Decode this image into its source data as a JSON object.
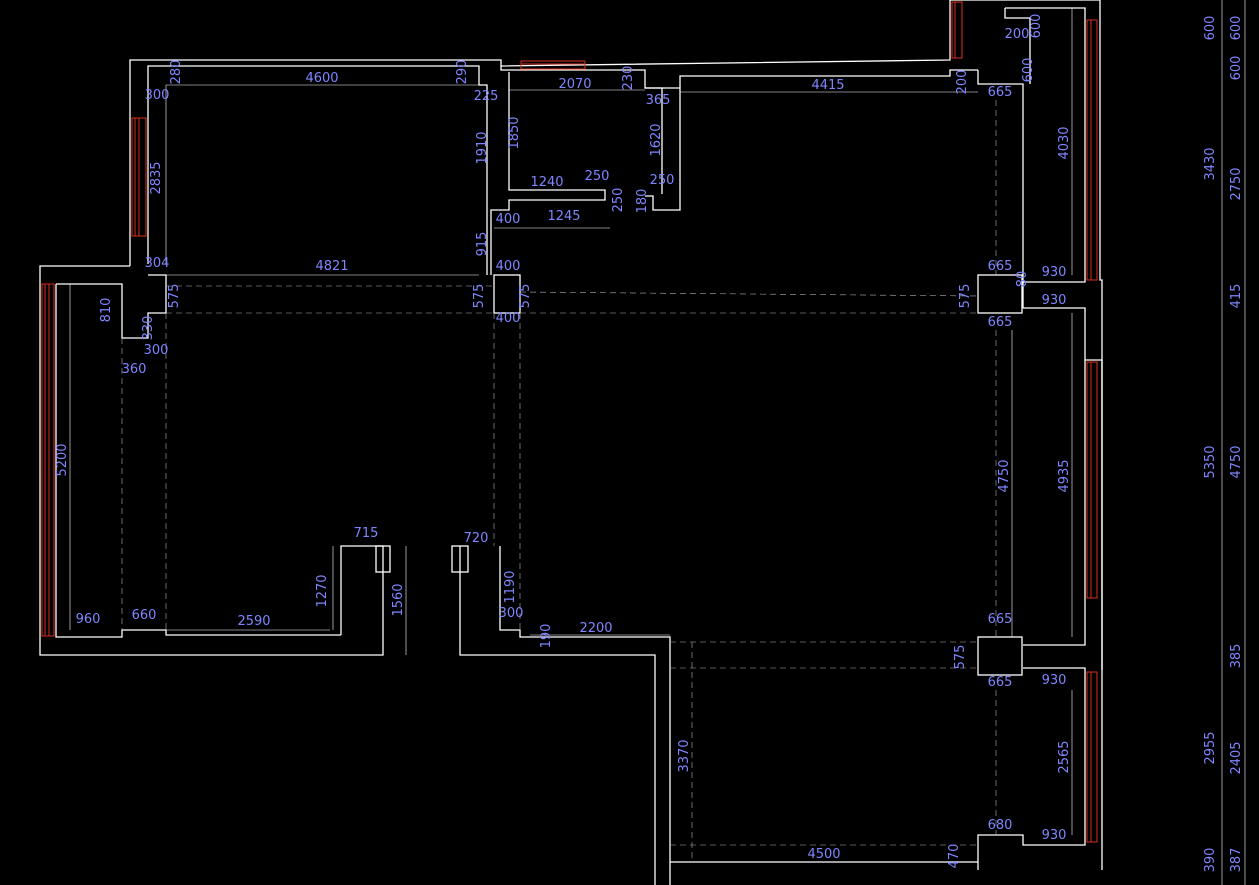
{
  "drawing": {
    "dimensions": [
      {
        "id": "d1",
        "label": "280"
      },
      {
        "id": "d2",
        "label": "4600"
      },
      {
        "id": "d3",
        "label": "290"
      },
      {
        "id": "d4",
        "label": "300"
      },
      {
        "id": "d5",
        "label": "225"
      },
      {
        "id": "d6",
        "label": "2835"
      },
      {
        "id": "d7",
        "label": "1910"
      },
      {
        "id": "d8",
        "label": "2070"
      },
      {
        "id": "d9",
        "label": "230"
      },
      {
        "id": "d10",
        "label": "365"
      },
      {
        "id": "d11",
        "label": "4415"
      },
      {
        "id": "d12",
        "label": "200"
      },
      {
        "id": "d13",
        "label": "665"
      },
      {
        "id": "d14",
        "label": "1850"
      },
      {
        "id": "d15",
        "label": "1620"
      },
      {
        "id": "d16",
        "label": "1240"
      },
      {
        "id": "d17",
        "label": "250"
      },
      {
        "id": "d18",
        "label": "250"
      },
      {
        "id": "d19",
        "label": "250"
      },
      {
        "id": "d20",
        "label": "180"
      },
      {
        "id": "d21",
        "label": "400"
      },
      {
        "id": "d22",
        "label": "1245"
      },
      {
        "id": "d23",
        "label": "915"
      },
      {
        "id": "d24",
        "label": "304"
      },
      {
        "id": "d25",
        "label": "4821"
      },
      {
        "id": "d26",
        "label": "400"
      },
      {
        "id": "d27",
        "label": "665"
      },
      {
        "id": "d28",
        "label": "930"
      },
      {
        "id": "d29",
        "label": "80"
      },
      {
        "id": "d30",
        "label": "575"
      },
      {
        "id": "d31",
        "label": "575"
      },
      {
        "id": "d32",
        "label": "575"
      },
      {
        "id": "d33",
        "label": "575"
      },
      {
        "id": "d34",
        "label": "930"
      },
      {
        "id": "d35",
        "label": "810"
      },
      {
        "id": "d36",
        "label": "330"
      },
      {
        "id": "d37",
        "label": "400"
      },
      {
        "id": "d38",
        "label": "665"
      },
      {
        "id": "d39",
        "label": "300"
      },
      {
        "id": "d40",
        "label": "360"
      },
      {
        "id": "d41",
        "label": "5200"
      },
      {
        "id": "d42",
        "label": "4750"
      },
      {
        "id": "d43",
        "label": "4935"
      },
      {
        "id": "d44",
        "label": "4030"
      },
      {
        "id": "d45",
        "label": "200"
      },
      {
        "id": "d46",
        "label": "600"
      },
      {
        "id": "d47",
        "label": "600"
      },
      {
        "id": "d48",
        "label": "715"
      },
      {
        "id": "d49",
        "label": "720"
      },
      {
        "id": "d50",
        "label": "1270"
      },
      {
        "id": "d51",
        "label": "1560"
      },
      {
        "id": "d52",
        "label": "1190"
      },
      {
        "id": "d53",
        "label": "300"
      },
      {
        "id": "d54",
        "label": "960"
      },
      {
        "id": "d55",
        "label": "660"
      },
      {
        "id": "d56",
        "label": "2590"
      },
      {
        "id": "d57",
        "label": "190"
      },
      {
        "id": "d58",
        "label": "2200"
      },
      {
        "id": "d59",
        "label": "665"
      },
      {
        "id": "d60",
        "label": "575"
      },
      {
        "id": "d61",
        "label": "665"
      },
      {
        "id": "d62",
        "label": "930"
      },
      {
        "id": "d63",
        "label": "3370"
      },
      {
        "id": "d64",
        "label": "2565"
      },
      {
        "id": "d65",
        "label": "680"
      },
      {
        "id": "d66",
        "label": "930"
      },
      {
        "id": "d67",
        "label": "4500"
      },
      {
        "id": "d68",
        "label": "470"
      },
      {
        "id": "d69",
        "label": "600"
      },
      {
        "id": "d70",
        "label": "600"
      },
      {
        "id": "d71",
        "label": "600"
      },
      {
        "id": "d72",
        "label": "3430"
      },
      {
        "id": "d73",
        "label": "2750"
      },
      {
        "id": "d74",
        "label": "415"
      },
      {
        "id": "d75",
        "label": "5350"
      },
      {
        "id": "d76",
        "label": "4750"
      },
      {
        "id": "d77",
        "label": "385"
      },
      {
        "id": "d78",
        "label": "2955"
      },
      {
        "id": "d79",
        "label": "2405"
      },
      {
        "id": "d80",
        "label": "390"
      },
      {
        "id": "d81",
        "label": "387"
      }
    ]
  }
}
